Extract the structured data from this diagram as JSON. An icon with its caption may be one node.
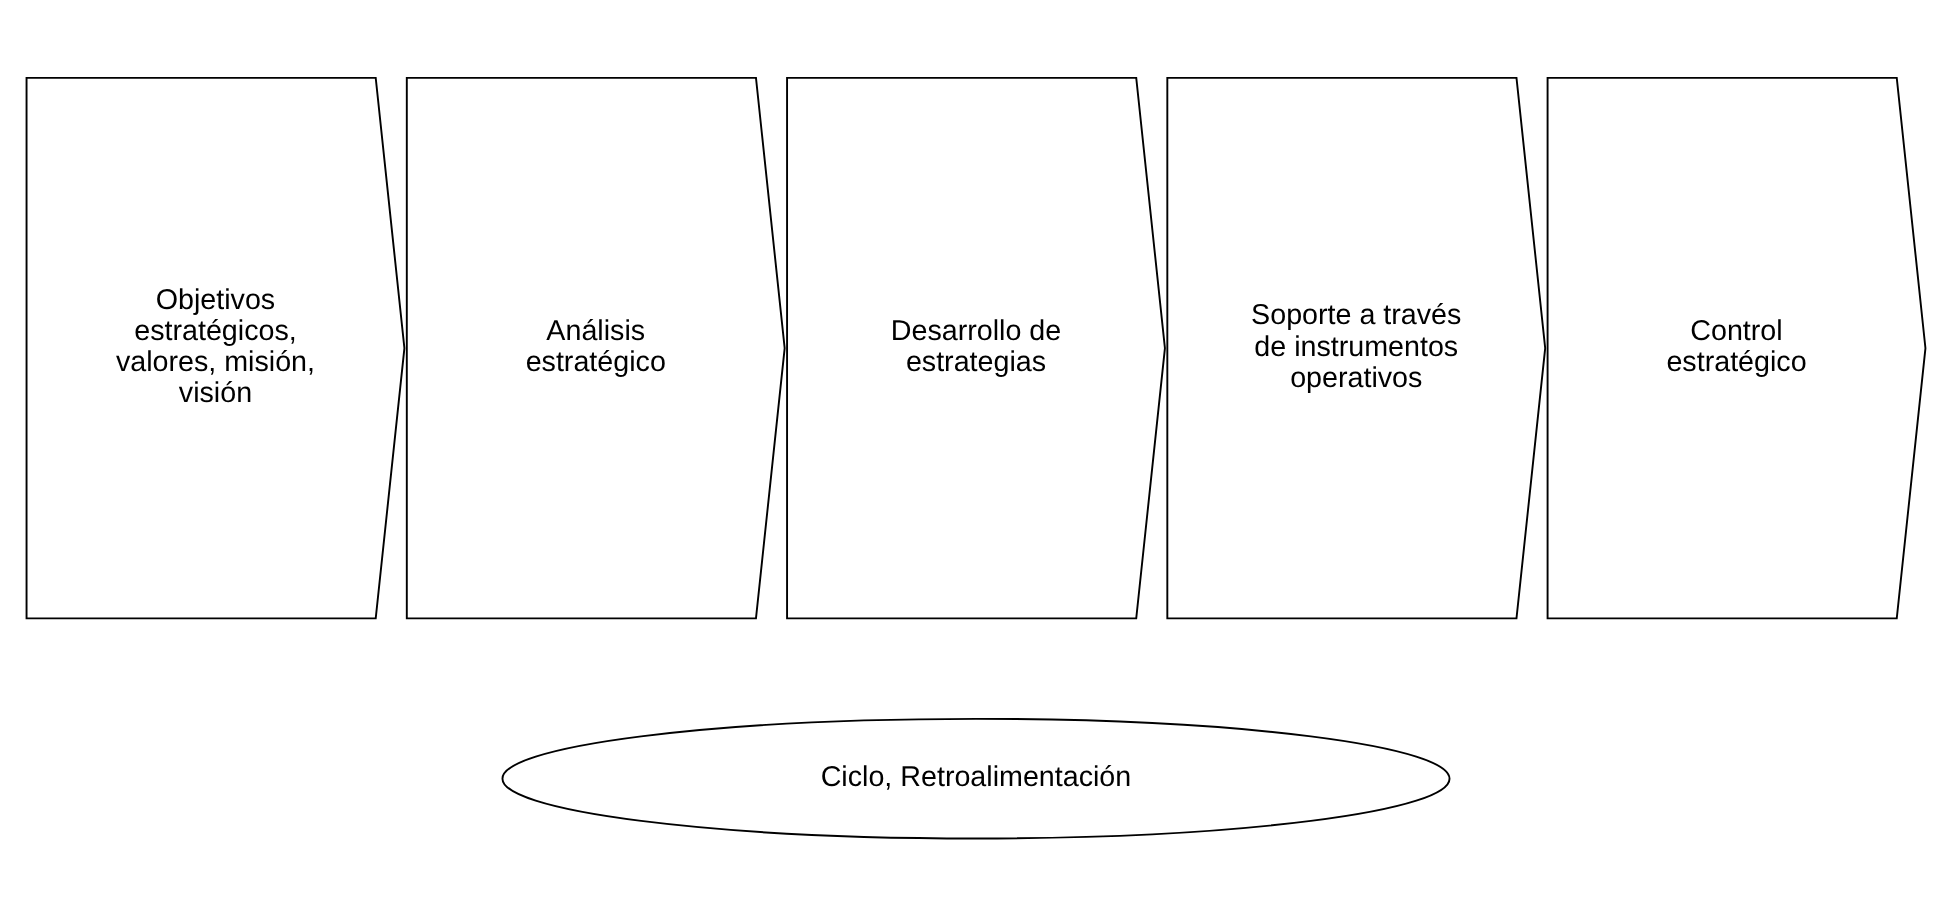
{
  "diagram": {
    "nodes": [
      {
        "text": [
          "Objetivos estratégicos, valores, misión, visión"
        ]
      },
      {
        "text": [
          "Análisis estratégico"
        ]
      },
      {
        "text": [
          "Desarrollo de estrategias"
        ]
      },
      {
        "text": [
          "Soporte a través de instrumentos operativos"
        ]
      },
      {
        "text": [
          "Control estratégico"
        ]
      },
      {
        "text": [
          "Ciclo, Retroalimentación"
        ]
      }
    ],
    "edges": []
  }
}
